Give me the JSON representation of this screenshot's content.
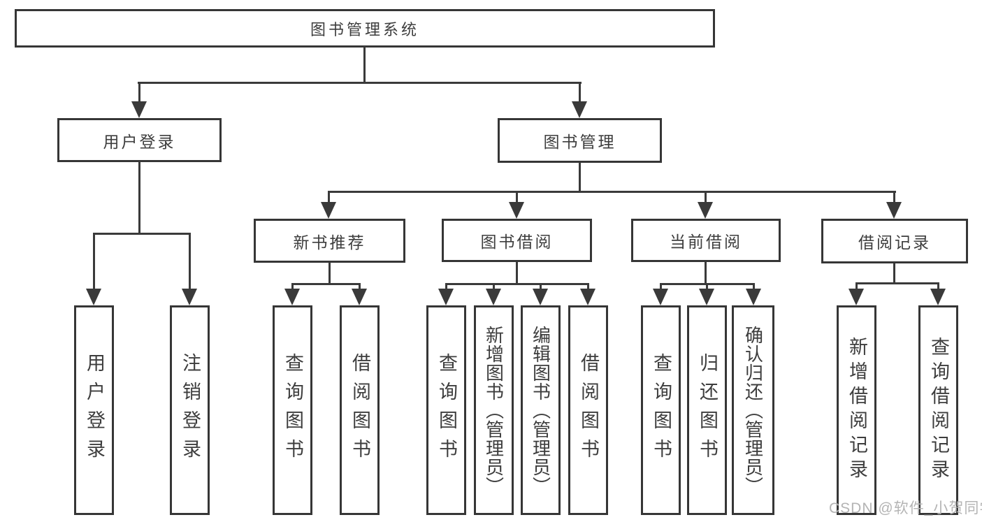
{
  "diagram": {
    "title": "图书管理系统",
    "colors": {
      "line": "#3a3a3a",
      "box_border": "#363636",
      "text": "#3d3d3d",
      "watermark": "#b4b4b4",
      "background": "#ffffff"
    },
    "tree": {
      "root": "图书管理系统",
      "level2": {
        "user_login": "用户登录",
        "book_mgmt": "图书管理"
      },
      "level3": {
        "new_book": "新书推荐",
        "book_borrow": "图书借阅",
        "current_borrow": "当前借阅",
        "borrow_record": "借阅记录"
      },
      "leaves": {
        "user_login": [
          "用户登录",
          "注销登录"
        ],
        "new_book": [
          "查询图书",
          "借阅图书"
        ],
        "book_borrow": [
          "查询图书",
          "新增图书（管理员）",
          "编辑图书（管理员）",
          "借阅图书"
        ],
        "current_borrow": [
          "查询图书",
          "归还图书",
          "确认归还（管理员）"
        ],
        "borrow_record": [
          "新增借阅记录",
          "查询借阅记录"
        ]
      }
    },
    "watermark": "CSDN @软件_小贺同学"
  }
}
